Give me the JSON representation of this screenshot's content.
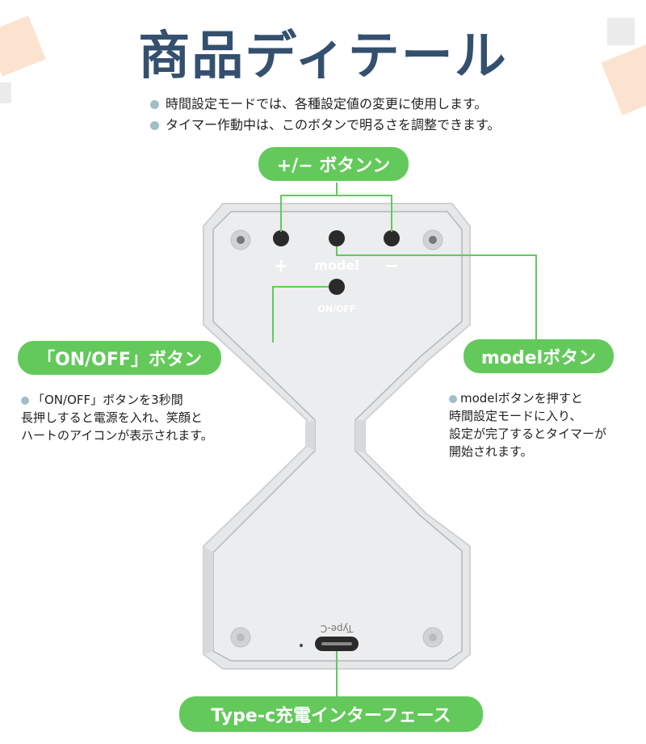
{
  "title": "商品ディテール",
  "intro": [
    "時間設定モードでは、各種設定値の変更に使用します。",
    "タイマー作動中は、このボタンで明るさを調整できます。"
  ],
  "labels": {
    "plus_minus": "+/− ボタンン",
    "on_off": "「ON/OFF」ボタン",
    "model": "modelボタン",
    "type_c": "Type-c充電インターフェース"
  },
  "device_text": {
    "plus": "+",
    "model": "model",
    "minus": "−",
    "on_off": "ON/OFF",
    "type_c": "Type-C"
  },
  "descriptions": {
    "on_off": [
      "「ON/OFF」ボタンを3秒間",
      "長押しすると電源を入れ、笑顔と",
      "ハートのアイコンが表示されます。"
    ],
    "model": [
      "modelボタンを押すと",
      "時間設定モードに入り、",
      "設定が完了するとタイマーが",
      "開始されます。"
    ]
  },
  "colors": {
    "accent_green": "#63c95b",
    "title_blue": "#34506e",
    "bullet": "#9fbec6",
    "device_body": "#e6e7e8"
  }
}
